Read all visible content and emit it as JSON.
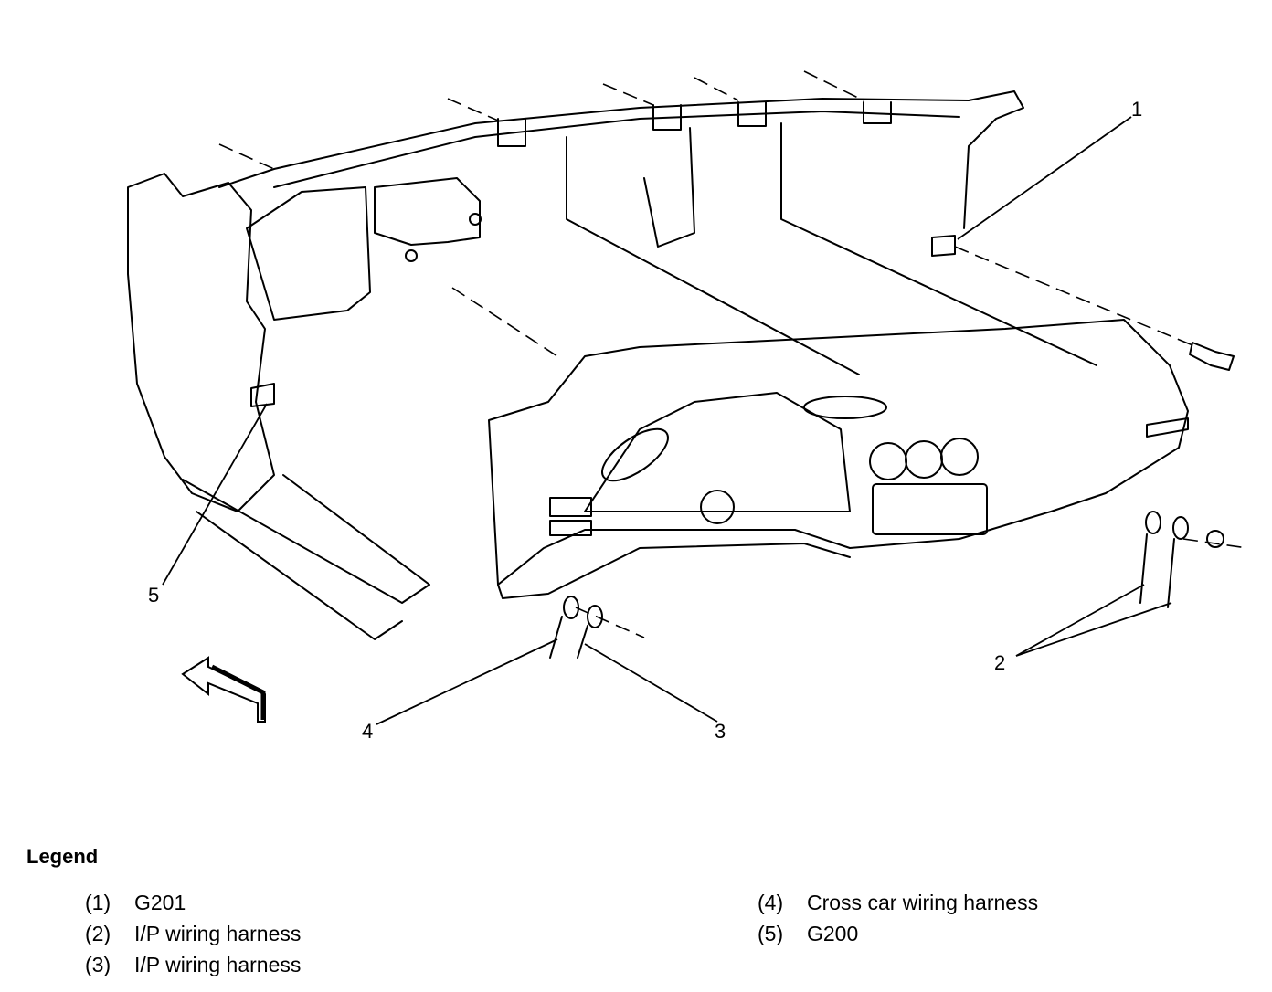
{
  "callouts": [
    "1",
    "2",
    "3",
    "4",
    "5"
  ],
  "legend": {
    "title": "Legend",
    "items": [
      {
        "num": "(1)",
        "text": "G201"
      },
      {
        "num": "(2)",
        "text": "I/P wiring harness"
      },
      {
        "num": "(3)",
        "text": "I/P wiring harness"
      },
      {
        "num": "(4)",
        "text": "Cross car wiring harness"
      },
      {
        "num": "(5)",
        "text": "G200"
      }
    ]
  }
}
